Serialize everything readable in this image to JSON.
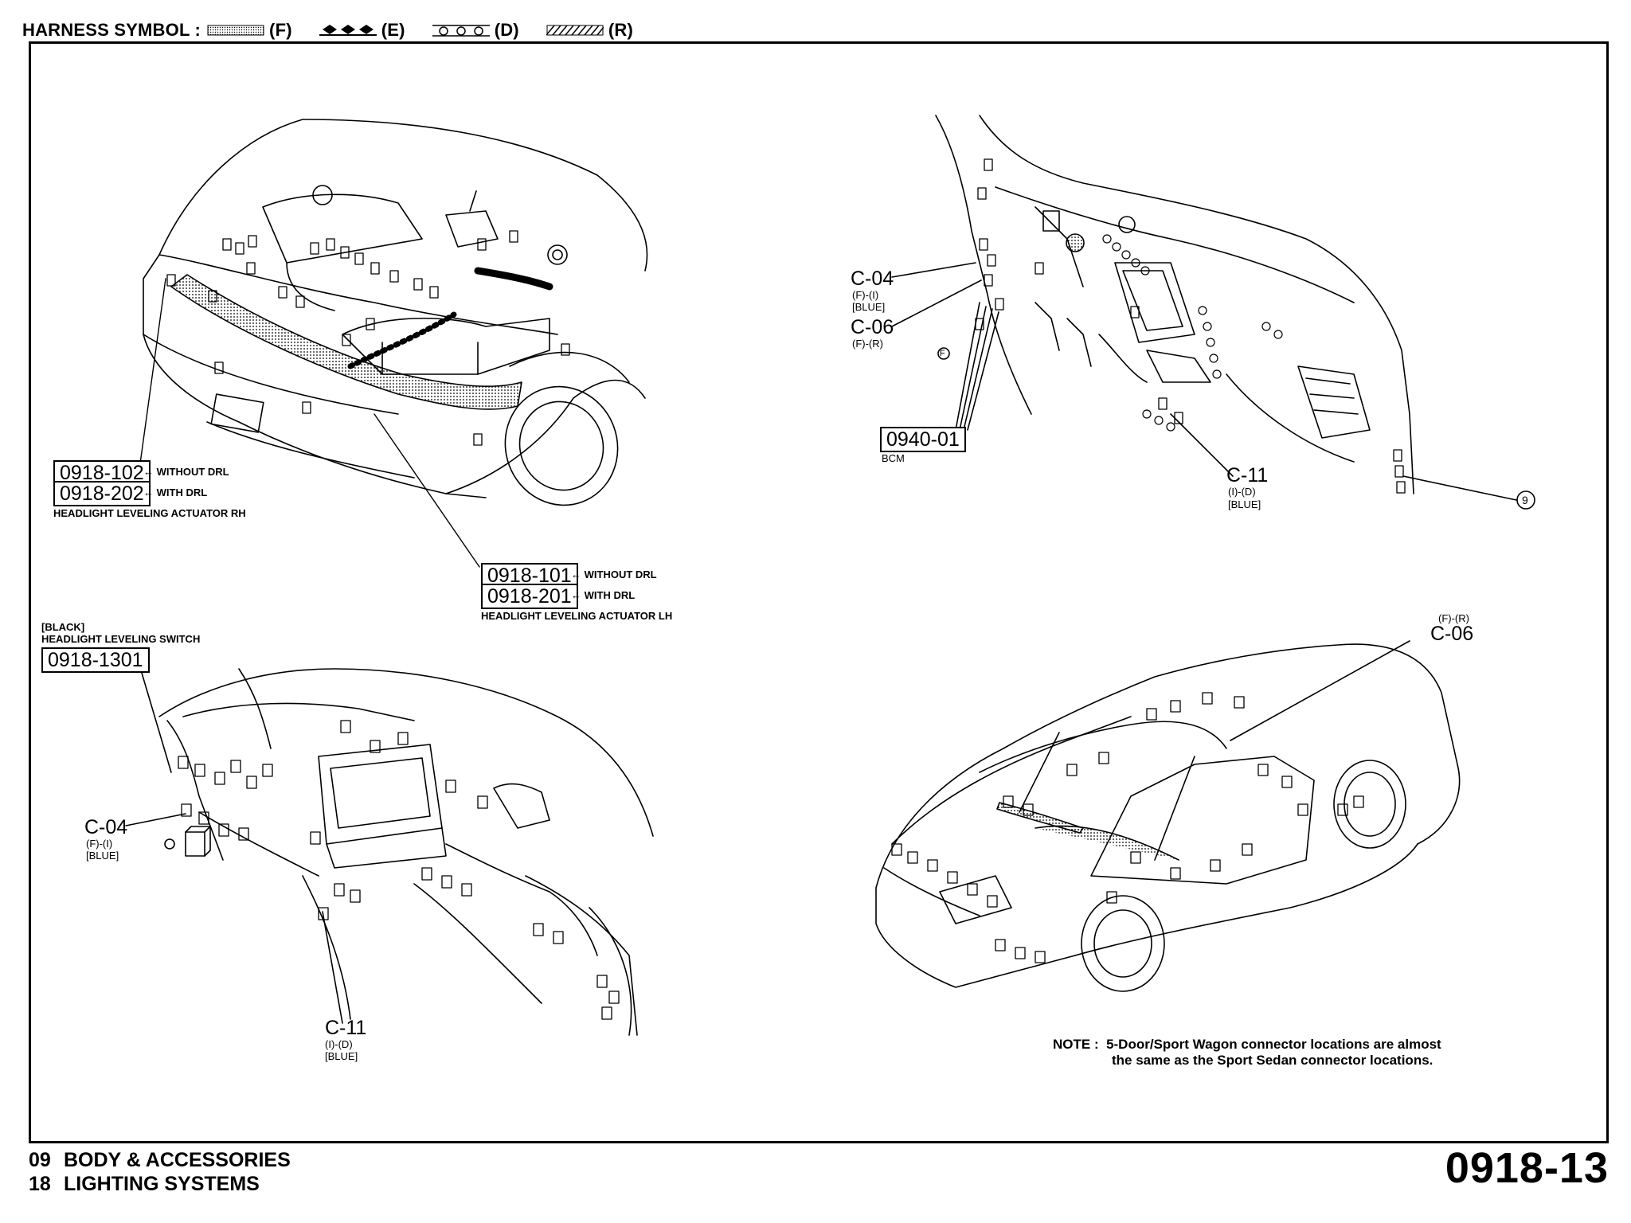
{
  "header": {
    "legend_title": "HARNESS SYMBOL :",
    "symbols": [
      {
        "code": "(F)",
        "pattern": "dotted-fill"
      },
      {
        "code": "(E)",
        "pattern": "diamond-chain"
      },
      {
        "code": "(D)",
        "pattern": "circle-chain"
      },
      {
        "code": "(R)",
        "pattern": "hatched"
      }
    ]
  },
  "engine_view": {
    "rh_without": {
      "code": "0918-102",
      "note": "WITHOUT DRL"
    },
    "rh_with": {
      "code": "0918-202",
      "note": "WITH DRL"
    },
    "rh_caption": "HEADLIGHT LEVELING ACTUATOR RH",
    "lh_without": {
      "code": "0918-101",
      "note": "WITHOUT DRL"
    },
    "lh_with": {
      "code": "0918-201",
      "note": "WITH DRL"
    },
    "lh_caption": "HEADLIGHT LEVELING ACTUATOR LH"
  },
  "interior_view": {
    "c04": {
      "code": "C-04",
      "sub": "(F)-(I)",
      "color": "[BLUE]"
    },
    "c06": {
      "code": "C-06",
      "sub": "(F)-(R)"
    },
    "bcm": {
      "code": "0940-01",
      "caption": "BCM"
    },
    "c11": {
      "code": "C-11",
      "sub": "(I)-(D)",
      "color": "[BLUE]"
    },
    "circle_nine": "9",
    "marker_f": "F"
  },
  "dash_view": {
    "switch_color": "[BLACK]",
    "switch_caption": "HEADLIGHT LEVELING SWITCH",
    "switch_code": "0918-1301",
    "c04": {
      "code": "C-04",
      "sub": "(F)-(I)",
      "color": "[BLUE]"
    },
    "c11": {
      "code": "C-11",
      "sub": "(I)-(D)",
      "color": "[BLUE]"
    }
  },
  "body_view": {
    "c06": {
      "code": "C-06",
      "sub": "(F)-(R)"
    }
  },
  "note": {
    "label": "NOTE :",
    "line1": "5-Door/Sport Wagon connector locations are almost",
    "line2": "the same as the Sport Sedan connector locations."
  },
  "footer": {
    "section_num": "09",
    "section_name": "BODY & ACCESSORIES",
    "subsection_num": "18",
    "subsection_name": "LIGHTING SYSTEMS",
    "page_number": "0918-13"
  }
}
